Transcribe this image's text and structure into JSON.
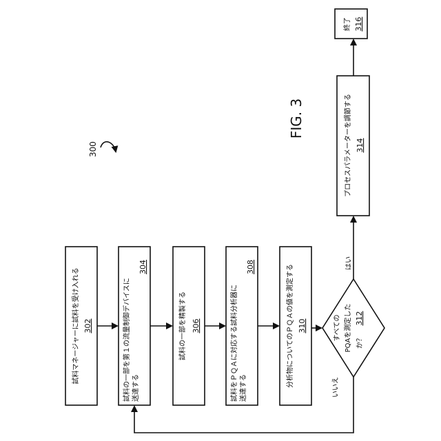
{
  "figure": {
    "ref_number": "300",
    "caption": "FIG. 3"
  },
  "steps": [
    {
      "id": "302",
      "lines": [
        "試料マネージャーに試料を受け入れる"
      ],
      "ref": "302"
    },
    {
      "id": "304",
      "lines": [
        "試料の一部を第１の流量制御デバイスに",
        "送達する"
      ],
      "ref": "304"
    },
    {
      "id": "306",
      "lines": [
        "試料の一部を精製する"
      ],
      "ref": "306"
    },
    {
      "id": "308",
      "lines": [
        "試料をＰＱＡに対応する試料分析器に",
        "送達する"
      ],
      "ref": "308"
    },
    {
      "id": "310",
      "lines": [
        "分析物についてのＰＱＡの値を測定する"
      ],
      "ref": "310"
    },
    {
      "id": "312",
      "lines": [
        "すべての",
        "PQAを測定した",
        "か？"
      ],
      "ref": "312"
    },
    {
      "id": "314",
      "lines": [
        "プロセスパラメーターを調節する"
      ],
      "ref": "314"
    },
    {
      "id": "316",
      "lines": [
        "終了"
      ],
      "ref": "316"
    }
  ],
  "decision_labels": {
    "yes": "はい",
    "no": "いいえ"
  }
}
